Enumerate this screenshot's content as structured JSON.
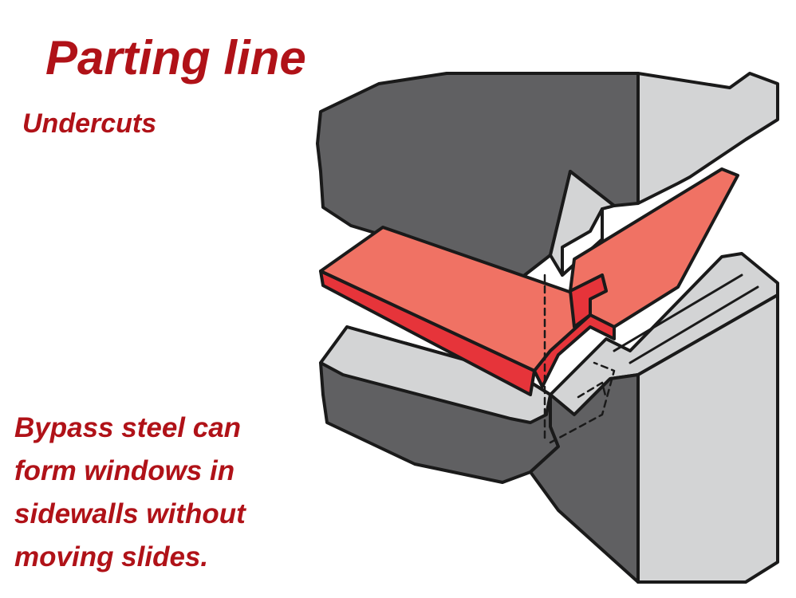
{
  "slide": {
    "title": "Parting line",
    "subtitle": "Undercuts",
    "body_lines": [
      "Bypass steel can",
      "form windows in",
      "sidewalls without",
      "moving slides."
    ]
  },
  "colors": {
    "text_red": "#b01218",
    "steel_dark": "#606062",
    "steel_light": "#d3d4d5",
    "part_face": "#f07264",
    "part_edge": "#e6343a",
    "outline": "#1a1a1a"
  }
}
